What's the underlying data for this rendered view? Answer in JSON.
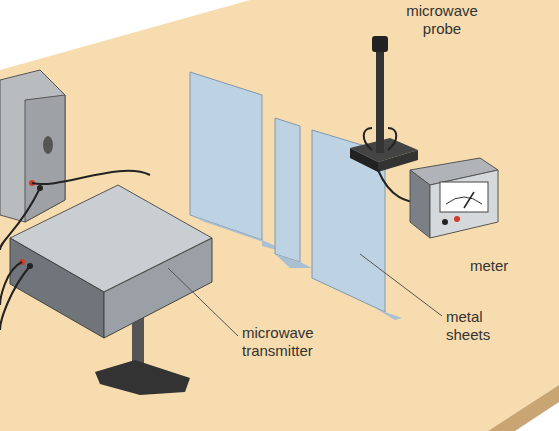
{
  "diagram": {
    "labels": [
      "microwave probe",
      "meter",
      "metal sheets",
      "microwave transmitter"
    ]
  }
}
